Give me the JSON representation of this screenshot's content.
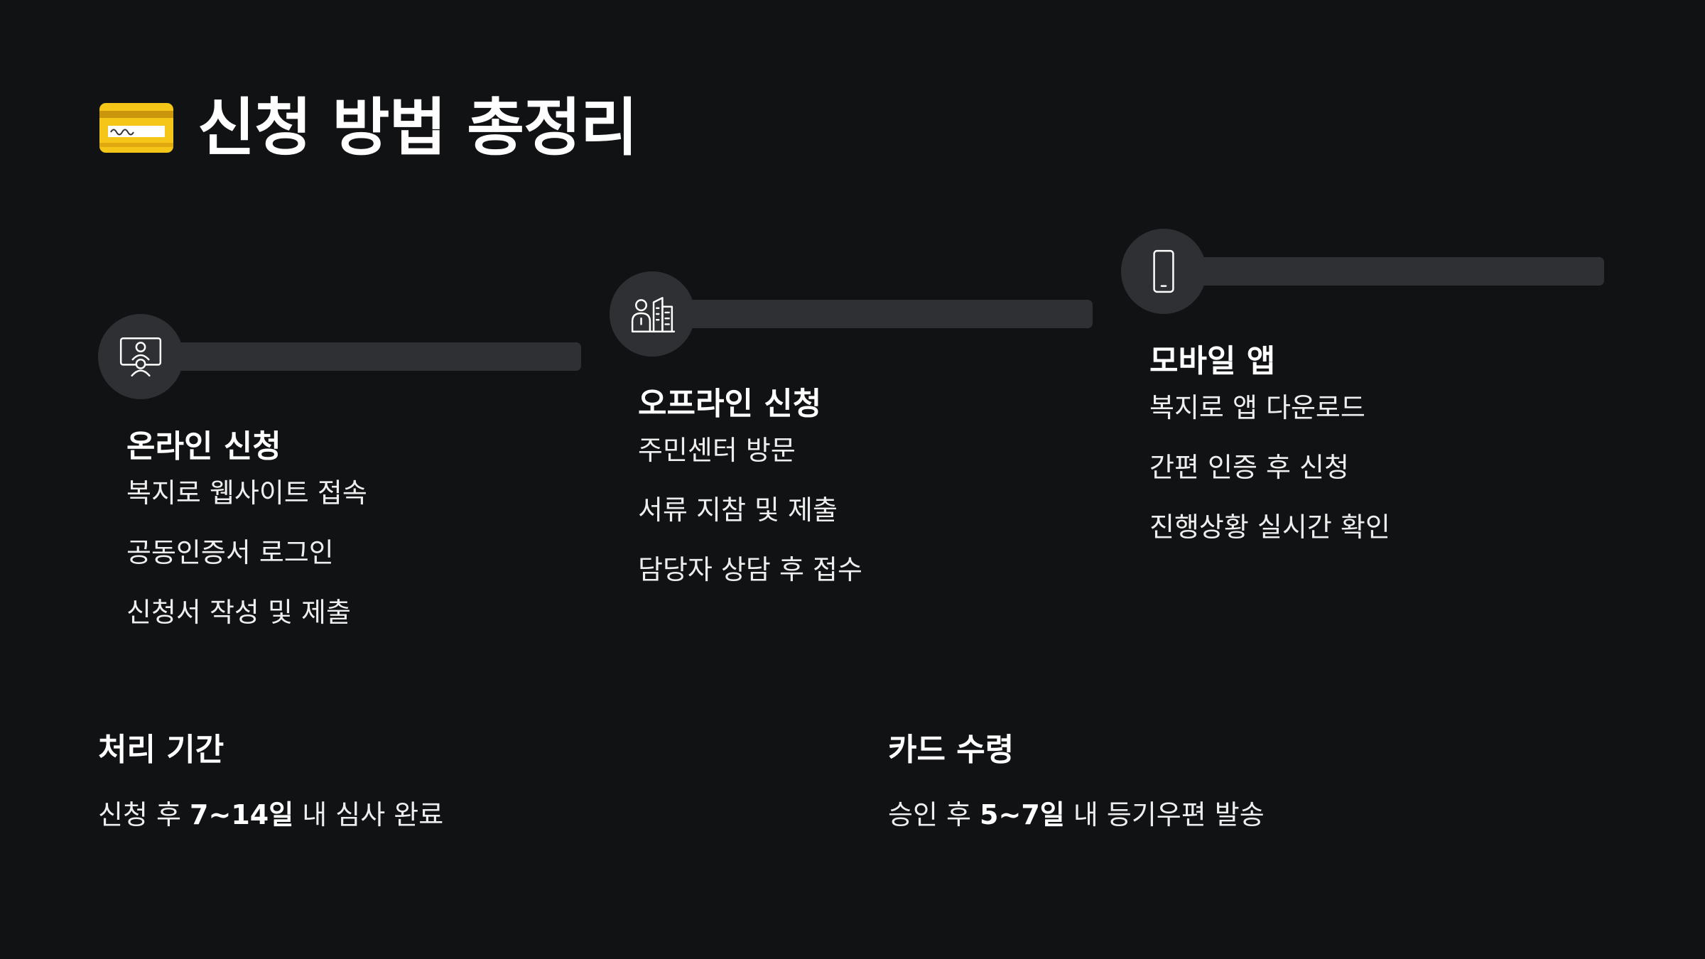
{
  "title": {
    "icon": "credit-card-icon",
    "text": "신청 방법 총정리"
  },
  "methods": [
    {
      "icon": "online-consult-icon",
      "title": "온라인 신청",
      "steps": [
        "복지로 웹사이트 접속",
        "공동인증서 로그인",
        "신청서 작성 및 제출"
      ]
    },
    {
      "icon": "person-building-icon",
      "title": "오프라인 신청",
      "steps": [
        "주민센터 방문",
        "서류 지참 및 제출",
        "담당자 상담 후 접수"
      ]
    },
    {
      "icon": "smartphone-icon",
      "title": "모바일 앱",
      "steps": [
        "복지로 앱 다운로드",
        "간편 인증 후 신청",
        "진행상황 실시간 확인"
      ]
    }
  ],
  "info": {
    "processing": {
      "title": "처리 기간",
      "prefix": "신청 후 ",
      "highlight": "7~14일",
      "suffix": " 내 심사 완료"
    },
    "card": {
      "title": "카드 수령",
      "prefix": "승인 후 ",
      "highlight": "5~7일",
      "suffix": " 내 등기우편 발송"
    }
  },
  "colors": {
    "background": "#111214",
    "track": "#2f3033",
    "card_yellow": "#f5c518",
    "text": "#ffffff"
  }
}
